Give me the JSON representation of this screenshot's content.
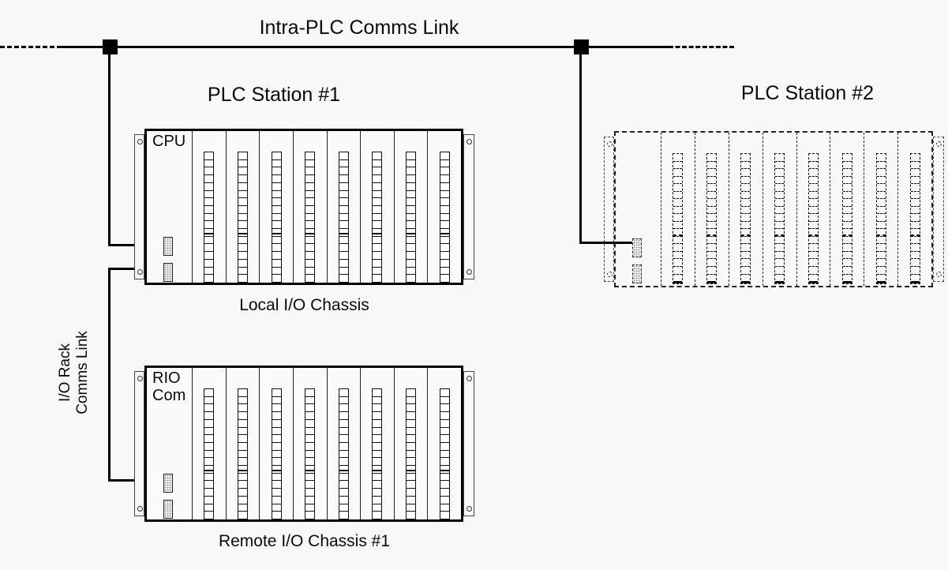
{
  "page": {
    "background_color": "#f8f8f8",
    "line_color": "#000000"
  },
  "bus": {
    "label": "Intra-PLC Comms Link"
  },
  "io_link": {
    "label": "I/O Rack\nComms Link"
  },
  "stations": [
    {
      "title": "PLC Station #1"
    },
    {
      "title": "PLC Station #2"
    }
  ],
  "chassis": [
    {
      "module_label": "CPU",
      "caption": "Local I/O Chassis",
      "io_slots": 8,
      "cells_per_strip": 17,
      "connectors": 2,
      "outline": "solid"
    },
    {
      "module_label": "RIO\nCom",
      "caption": "Remote I/O Chassis #1",
      "io_slots": 8,
      "cells_per_strip": 17,
      "connectors": 2,
      "outline": "solid"
    },
    {
      "module_label": "",
      "caption": "",
      "io_slots": 8,
      "cells_per_strip": 17,
      "connectors": 2,
      "outline": "dashed"
    }
  ]
}
